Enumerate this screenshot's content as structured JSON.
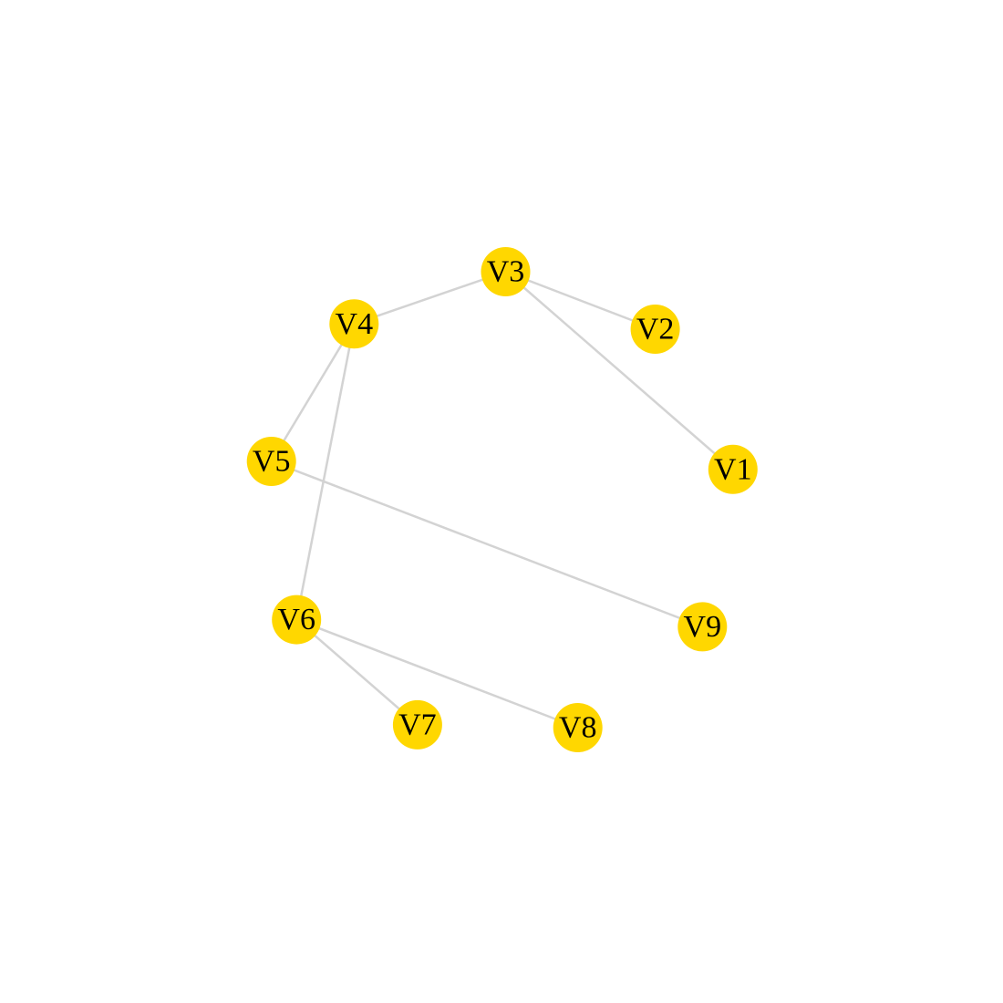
{
  "graph": {
    "layout": "circle",
    "node_color": "#FFD700",
    "edge_color": "#D3D3D3",
    "label_color": "#000000",
    "nodes": [
      {
        "id": "V1",
        "label": "V1"
      },
      {
        "id": "V2",
        "label": "V2"
      },
      {
        "id": "V3",
        "label": "V3"
      },
      {
        "id": "V4",
        "label": "V4"
      },
      {
        "id": "V5",
        "label": "V5"
      },
      {
        "id": "V6",
        "label": "V6"
      },
      {
        "id": "V7",
        "label": "V7"
      },
      {
        "id": "V8",
        "label": "V8"
      },
      {
        "id": "V9",
        "label": "V9"
      }
    ],
    "edges": [
      {
        "source": "V1",
        "target": "V3"
      },
      {
        "source": "V2",
        "target": "V3"
      },
      {
        "source": "V3",
        "target": "V4"
      },
      {
        "source": "V4",
        "target": "V5"
      },
      {
        "source": "V4",
        "target": "V6"
      },
      {
        "source": "V5",
        "target": "V9"
      },
      {
        "source": "V6",
        "target": "V7"
      },
      {
        "source": "V6",
        "target": "V8"
      }
    ]
  }
}
